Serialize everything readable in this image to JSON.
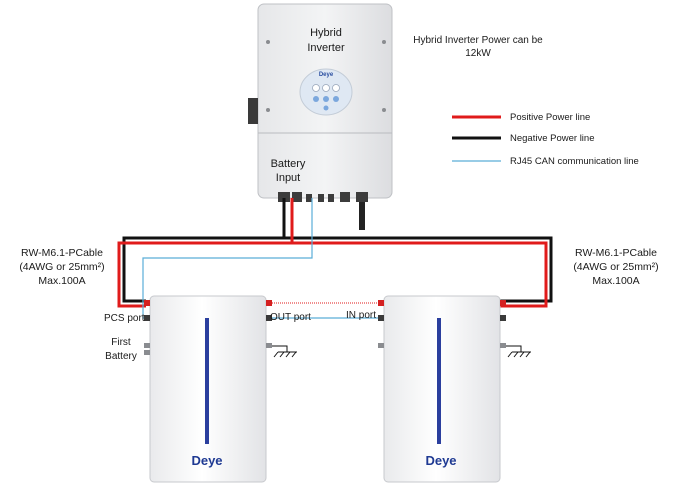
{
  "inverter": {
    "title_line1": "Hybrid",
    "title_line2": "Inverter",
    "logo_text": "Deye",
    "battery_input_line1": "Battery",
    "battery_input_line2": "Input"
  },
  "note": {
    "line1": "Hybrid Inverter Power can be",
    "line2": "12kW"
  },
  "legend": [
    {
      "label": "Positive Power line",
      "color": "#e01b1b"
    },
    {
      "label": "Negative Power line",
      "color": "#111111"
    },
    {
      "label": "RJ45 CAN communication line",
      "color": "#5aaed8"
    }
  ],
  "cable_left": {
    "line1": "RW-M6.1-PCable",
    "line2": "(4AWG or 25mm²)",
    "line3": "Max.100A"
  },
  "cable_right": {
    "line1": "RW-M6.1-PCable",
    "line2": "(4AWG or 25mm²)",
    "line3": "Max.100A"
  },
  "battery1": {
    "pcs_port": "PCS port",
    "first_line1": "First",
    "first_line2": "Battery",
    "out_port": "OUT port",
    "brand": "Deye"
  },
  "battery2": {
    "in_port": "IN port",
    "brand": "Deye"
  }
}
